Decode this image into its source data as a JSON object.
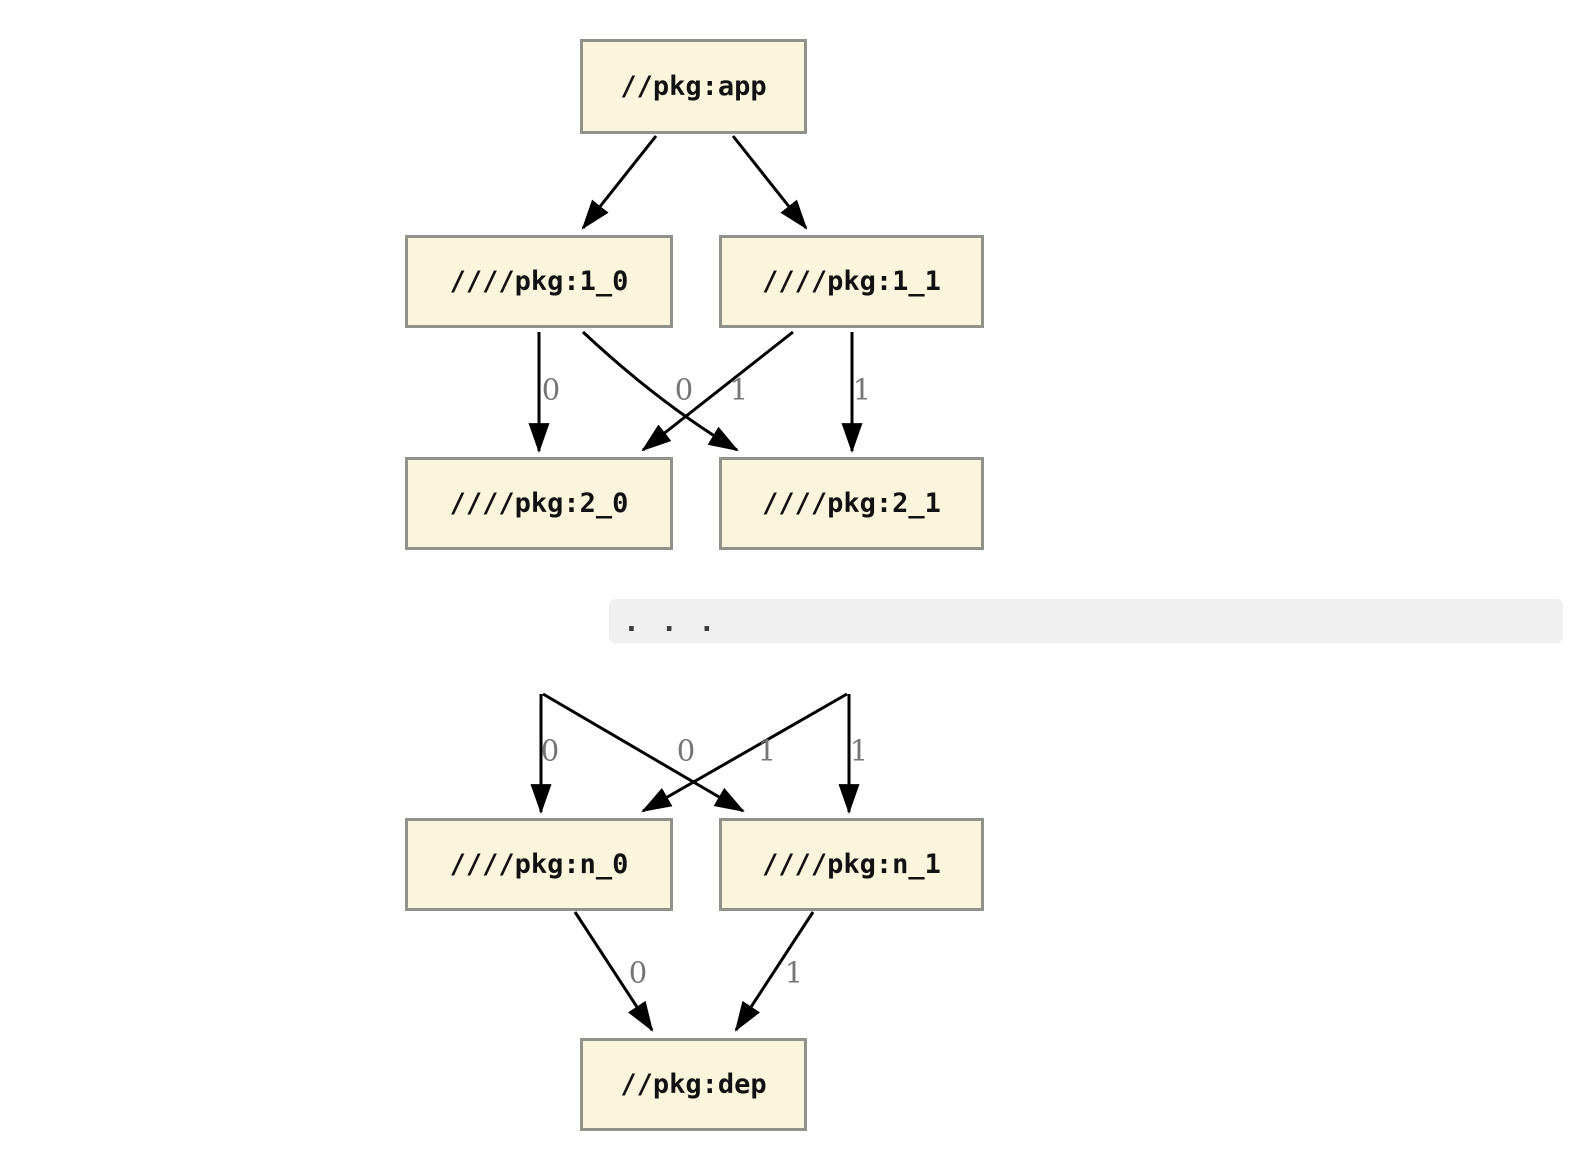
{
  "diagram": {
    "type": "dependency-graph",
    "nodes": [
      {
        "id": "app",
        "label": "//pkg:app"
      },
      {
        "id": "l1_0",
        "label": "////pkg:1_0"
      },
      {
        "id": "l1_1",
        "label": "////pkg:1_1"
      },
      {
        "id": "l2_0",
        "label": "////pkg:2_0"
      },
      {
        "id": "l2_1",
        "label": "////pkg:2_1"
      },
      {
        "id": "ln_0",
        "label": "////pkg:n_0"
      },
      {
        "id": "ln_1",
        "label": "////pkg:n_1"
      },
      {
        "id": "dep",
        "label": "//pkg:dep"
      }
    ],
    "ellipsis": {
      "text": ". . ."
    },
    "edge_labels": {
      "level2": [
        "0",
        "0",
        "1",
        "1"
      ],
      "leveln": [
        "0",
        "0",
        "1",
        "1"
      ],
      "dep": [
        "0",
        "1"
      ]
    },
    "edges": [
      {
        "from": "//pkg:app",
        "to": "////pkg:1_0",
        "label": ""
      },
      {
        "from": "//pkg:app",
        "to": "////pkg:1_1",
        "label": ""
      },
      {
        "from": "////pkg:1_0",
        "to": "////pkg:2_0",
        "label": "0"
      },
      {
        "from": "////pkg:1_0",
        "to": "////pkg:2_1",
        "label": "1"
      },
      {
        "from": "////pkg:1_1",
        "to": "////pkg:2_0",
        "label": "0"
      },
      {
        "from": "////pkg:1_1",
        "to": "////pkg:2_1",
        "label": "1"
      },
      {
        "from": "...",
        "to": "////pkg:n_0",
        "label": "0"
      },
      {
        "from": "...",
        "to": "////pkg:n_1",
        "label": "1"
      },
      {
        "from": "...",
        "to": "////pkg:n_0",
        "label": "0"
      },
      {
        "from": "...",
        "to": "////pkg:n_1",
        "label": "1"
      },
      {
        "from": "////pkg:n_0",
        "to": "//pkg:dep",
        "label": "0"
      },
      {
        "from": "////pkg:n_1",
        "to": "//pkg:dep",
        "label": "1"
      }
    ],
    "colors": {
      "background": "#FFFFFF",
      "node_fill": "#FCF5DE",
      "node_border": "#91938B",
      "node_text": "#111111",
      "edge": "#000000",
      "edge_label": "#757575",
      "ellipsis_bg": "#F0F0F0",
      "ellipsis_text": "#3A3A3A"
    }
  }
}
